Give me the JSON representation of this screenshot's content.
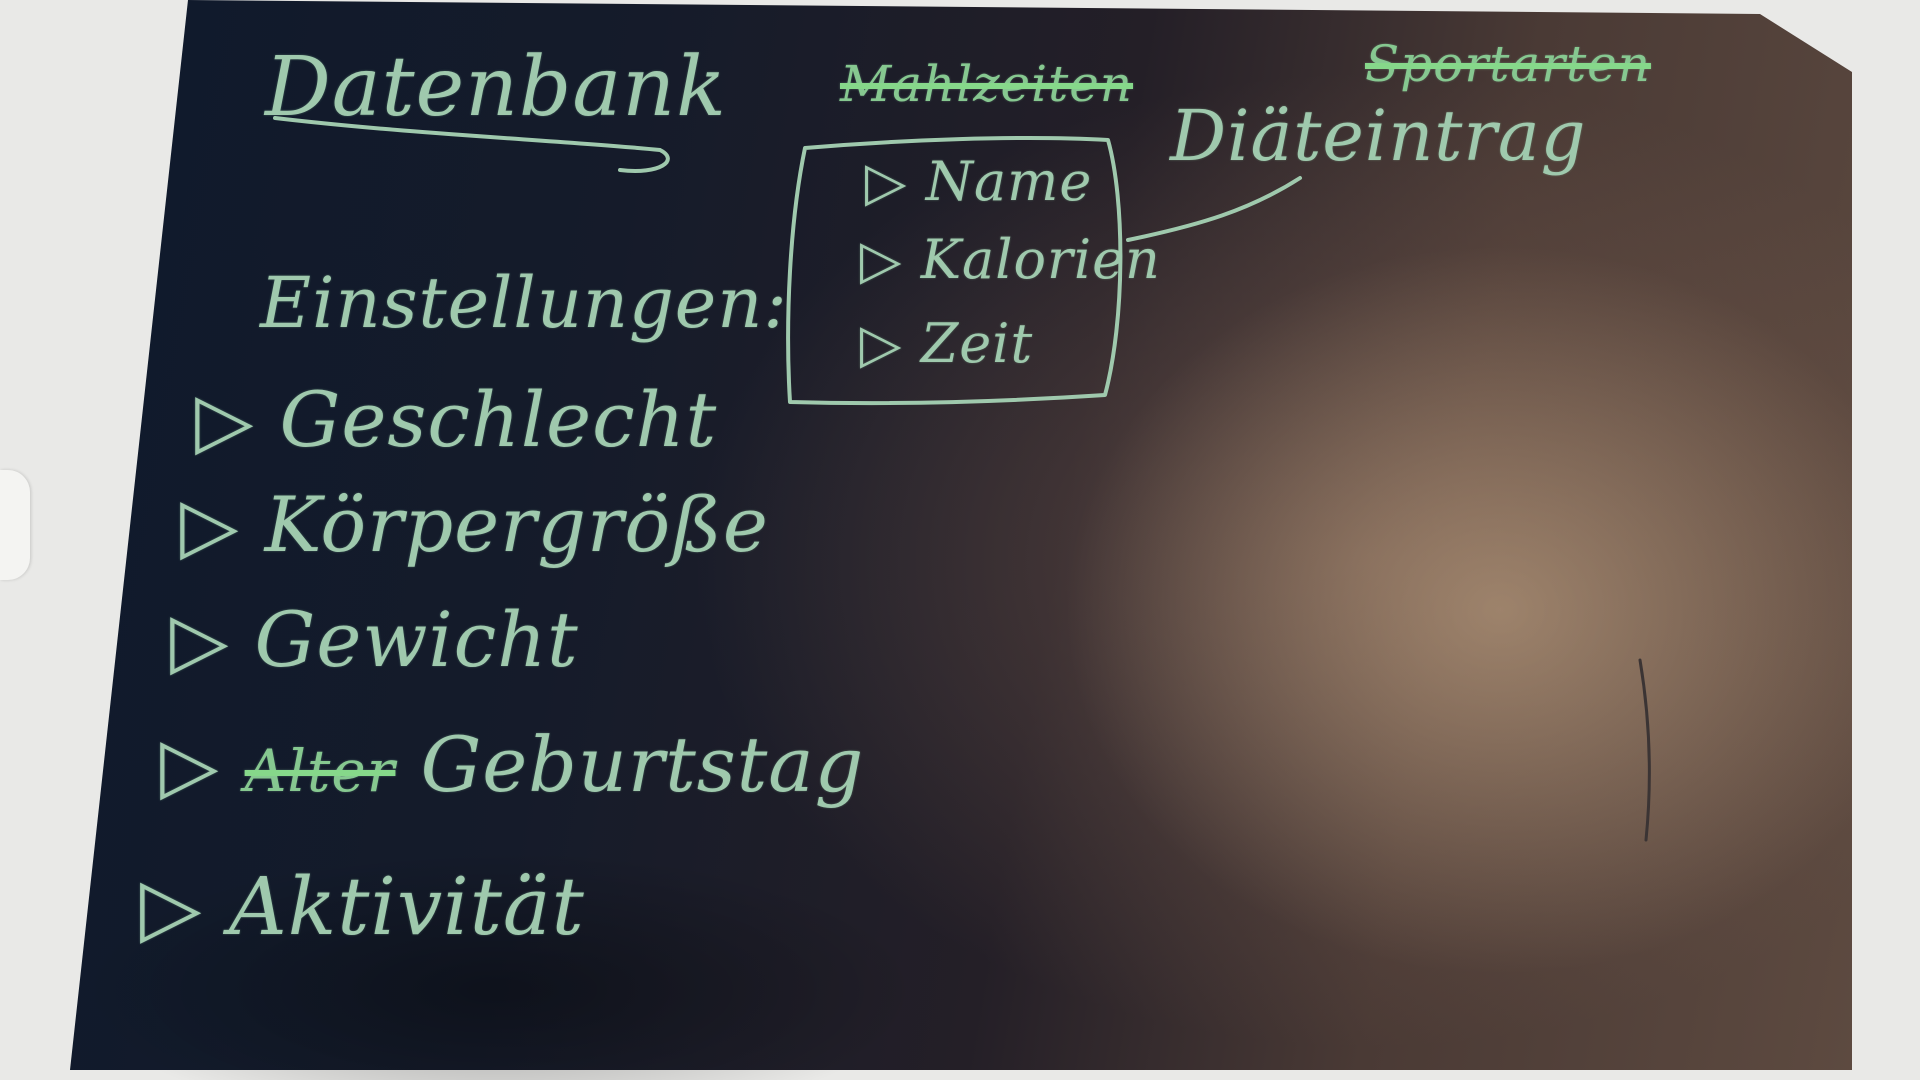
{
  "board": {
    "title": "Datenbank",
    "settings_heading": "Einstellungen:",
    "settings_items": [
      "Geschlecht",
      "Körpergröße",
      "Gewicht",
      "Geburtstag",
      "Aktivität"
    ],
    "crossed_out_left": "Alter",
    "crossed_out_top": [
      "Mahlzeiten",
      "Sportarten"
    ],
    "entity": "Diäteintrag",
    "entity_fields": [
      "Name",
      "Kalorien",
      "Zeit"
    ]
  },
  "colors": {
    "chalk": "#9fc9ad",
    "highlight": "#86d88a",
    "board_dark": "#121b2b"
  }
}
